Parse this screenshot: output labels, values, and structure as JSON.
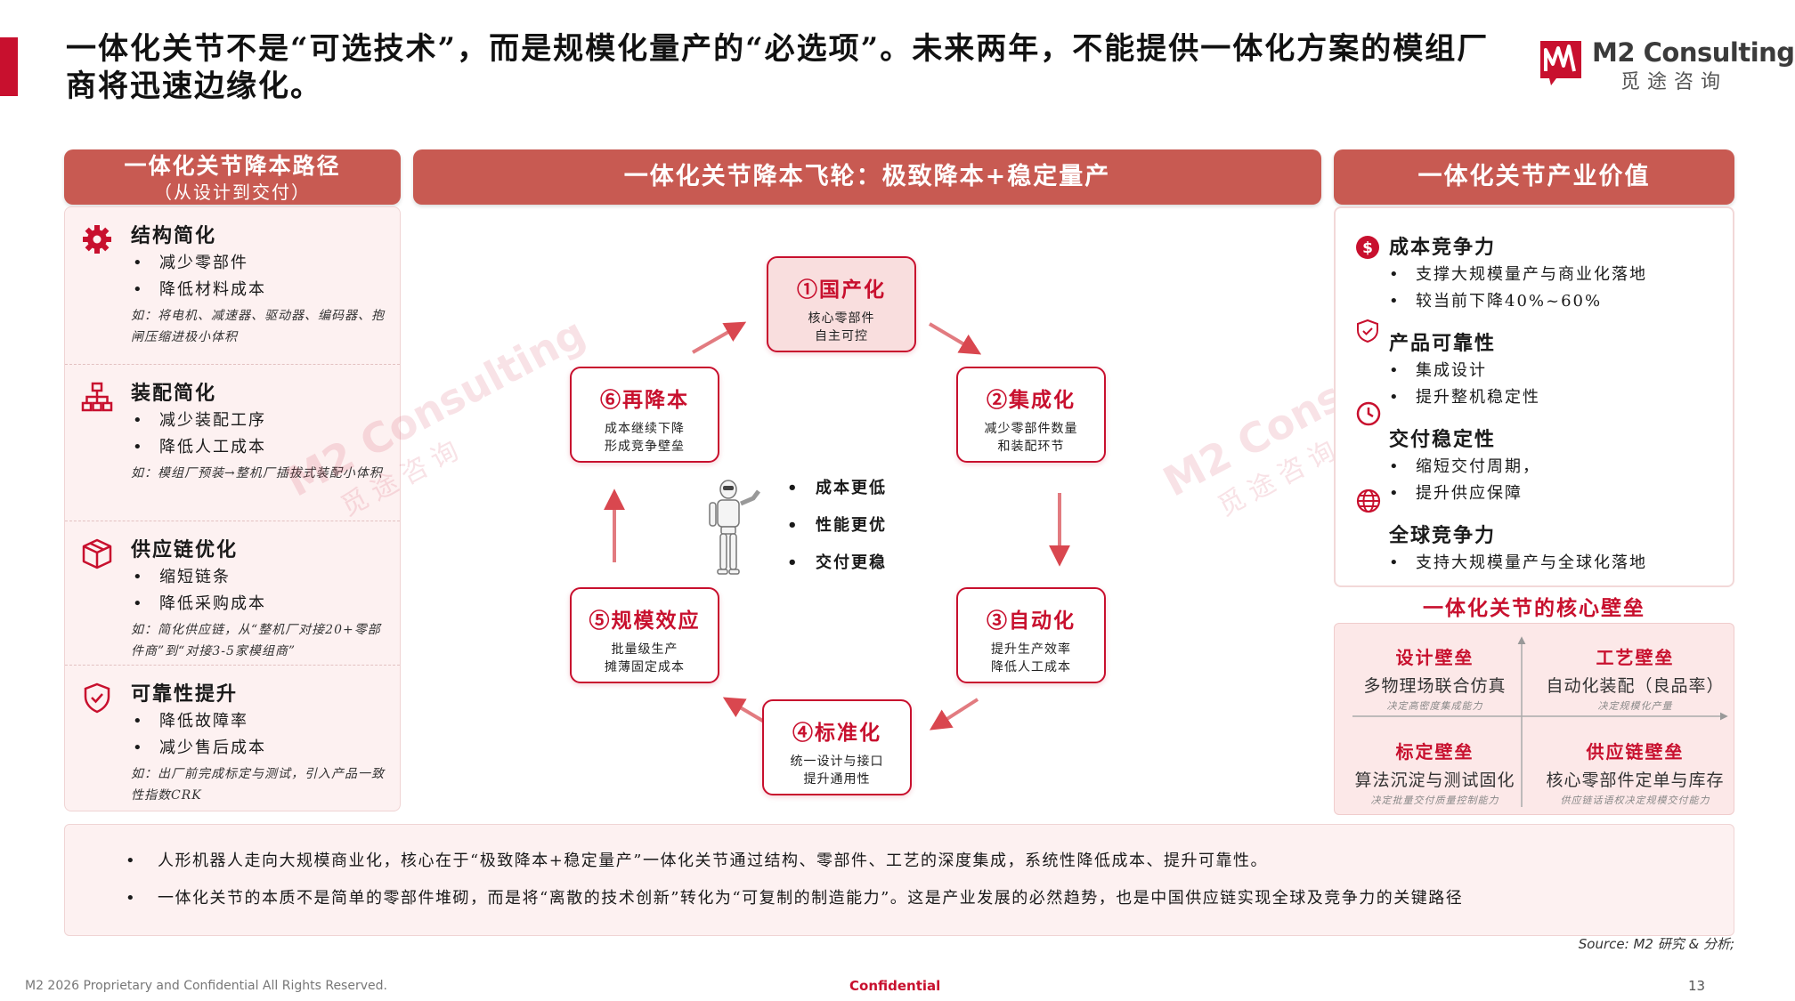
{
  "headline": "一体化关节不是“可选技术”，而是规模化量产的“必选项”。未来两年，不能提供一体化方案的模组厂商将迅速边缘化。",
  "logo": {
    "name": "M2 Consulting",
    "cn": "觅途咨询"
  },
  "watermark": {
    "name": "M2 Consulting",
    "cn": "觅途咨询"
  },
  "left": {
    "header_title": "一体化关节降本路径",
    "header_sub": "（从设计到交付）",
    "sections": [
      {
        "icon": "gear-icon",
        "title": "结构简化",
        "bullets": [
          "减少零部件",
          "降低材料成本"
        ],
        "note": "如：将电机、减速器、驱动器、编码器、抱闸压缩进极小体积"
      },
      {
        "icon": "org-chart-icon",
        "title": "装配简化",
        "bullets": [
          "减少装配工序",
          "降低人工成本"
        ],
        "note": "如：模组厂预装→整机厂插拔式装配小体积"
      },
      {
        "icon": "package-icon",
        "title": "供应链优化",
        "bullets": [
          "缩短链条",
          "降低采购成本"
        ],
        "note": "如：简化供应链，从“整机厂对接20+零部件商”到“对接3-5家模组商”"
      },
      {
        "icon": "shield-check-icon",
        "title": "可靠性提升",
        "bullets": [
          "降低故障率",
          "减少售后成本"
        ],
        "note": "如：出厂前完成标定与测试，引入产品一致性指数CRK"
      }
    ]
  },
  "mid": {
    "header": "一体化关节降本飞轮：极致降本+稳定量产",
    "nodes": [
      {
        "title": "①国产化",
        "desc": [
          "核心零部件",
          "自主可控"
        ]
      },
      {
        "title": "②集成化",
        "desc": [
          "减少零部件数量",
          "和装配环节"
        ]
      },
      {
        "title": "③自动化",
        "desc": [
          "提升生产效率",
          "降低人工成本"
        ]
      },
      {
        "title": "④标准化",
        "desc": [
          "统一设计与接口",
          "提升通用性"
        ]
      },
      {
        "title": "⑤规模效应",
        "desc": [
          "批量级生产",
          "摊薄固定成本"
        ]
      },
      {
        "title": "⑥再降本",
        "desc": [
          "成本继续下降",
          "形成竞争壁垒"
        ]
      }
    ],
    "center": [
      "成本更低",
      "性能更优",
      "交付更稳"
    ]
  },
  "right": {
    "header": "一体化关节产业价值",
    "sections": [
      {
        "icon": "dollar-icon",
        "title": "成本竞争力",
        "bullets": [
          "支撑大规模量产与商业化落地",
          "较当前下降40%~60%"
        ]
      },
      {
        "icon": "shield-check-icon",
        "title": "产品可靠性",
        "bullets": [
          "集成设计",
          "提升整机稳定性"
        ]
      },
      {
        "icon": "clock-icon",
        "title": "交付稳定性",
        "bullets": [
          "缩短交付周期，",
          "提升供应保障"
        ]
      },
      {
        "icon": "globe-icon",
        "title": "全球竞争力",
        "bullets": [
          "支持大规模量产与全球化落地"
        ]
      }
    ],
    "moat_title": "一体化关节的核心壁垒",
    "moats": [
      {
        "title": "设计壁垒",
        "text": "多物理场联合仿真",
        "note": "决定高密度集成能力"
      },
      {
        "title": "工艺壁垒",
        "text": "自动化装配（良品率）",
        "note": "决定规模化产量"
      },
      {
        "title": "标定壁垒",
        "text": "算法沉淀与测试固化",
        "note": "决定批量交付质量控制能力"
      },
      {
        "title": "供应链壁垒",
        "text": "核心零部件定单与库存",
        "note": "供应链话语权决定规模交付能力"
      }
    ]
  },
  "summary": [
    "人形机器人走向大规模商业化，核心在于“极致降本+稳定量产”一体化关节通过结构、零部件、工艺的深度集成，系统性降低成本、提升可靠性。",
    "一体化关节的本质不是简单的零部件堆砌，而是将“离散的技术创新”转化为“可复制的制造能力”。这是产业发展的必然趋势，也是中国供应链实现全球及竞争力的关键路径"
  ],
  "source": "Source: M2 研究 & 分析;",
  "footer": {
    "left": "M2  2026 Proprietary and Confidential All Rights Reserved.",
    "mid": "Confidential",
    "page": "13"
  },
  "colors": {
    "accent": "#c8102e",
    "header_bg": "#c85a52",
    "panel_bg": "#fdf1f1"
  }
}
